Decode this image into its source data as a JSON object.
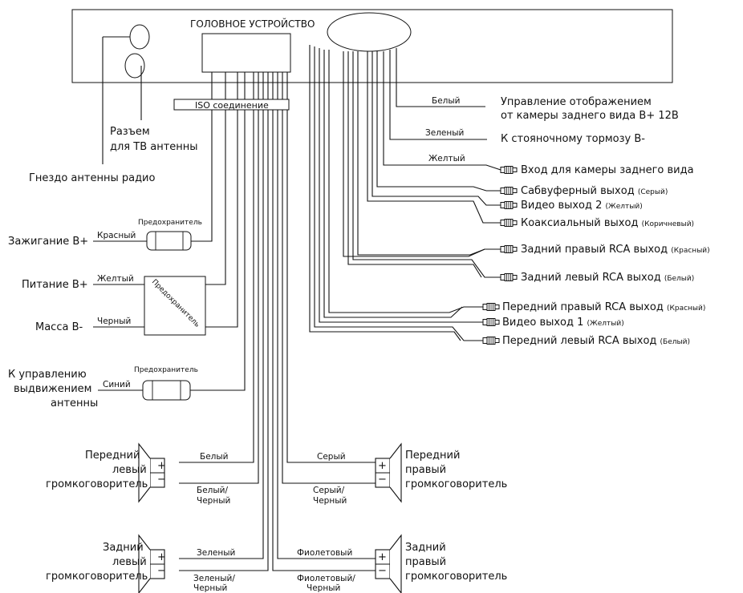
{
  "head_unit": {
    "title": "ГОЛОВНОЕ УСТРОЙСТВО",
    "iso_label": "ISO соединение"
  },
  "antenna": {
    "tv_line1": "Разъем",
    "tv_line2": "для ТВ антенны",
    "radio": "Гнездо антенны радио"
  },
  "power": {
    "fuse_label": "Предохранитель",
    "ignition": "Зажигание B+",
    "ignition_wire": "Красный",
    "supply": "Питание B+",
    "supply_wire": "Желтый",
    "ground": "Масса B-",
    "ground_wire": "Черный",
    "antenna_ctrl_line1": "К управлению",
    "antenna_ctrl_line2": "выдвижением",
    "antenna_ctrl_line3": "антенны",
    "antenna_ctrl_wire": "Синий"
  },
  "outputs": {
    "rear_cam_ctrl_wire": "Белый",
    "rear_cam_ctrl_line1": "Управление отображением",
    "rear_cam_ctrl_line2": "от камеры заднего вида B+ 12В",
    "brake_wire": "Зеленый",
    "brake": "К стояночному тормозу B-",
    "cam_in_wire": "Желтый",
    "cam_in": "Вход для камеры заднего вида",
    "sub": "Сабвуферный выход",
    "sub_color": "(Серый)",
    "video2": "Видео выход 2",
    "video2_color": "(Желтый)",
    "coax": "Коаксиальный выход",
    "coax_color": "(Коричневый)",
    "rear_right_rca": "Задний правый RCA выход",
    "rear_right_rca_color": "(Красный)",
    "rear_left_rca": "Задний левый RCA выход",
    "rear_left_rca_color": "(Белый)",
    "front_right_rca": "Передний правый RCA выход",
    "front_right_rca_color": "(Красный)",
    "video1": "Видео выход 1",
    "video1_color": "(Желтый)",
    "front_left_rca": "Передний левый RCA выход",
    "front_left_rca_color": "(Белый)"
  },
  "speakers": {
    "fl_line1": "Передний",
    "fl_line2": "левый",
    "fl_line3": "громкоговоритель",
    "fl_pos": "Белый",
    "fl_neg1": "Белый/",
    "fl_neg2": "Черный",
    "rl_line1": "Задний",
    "rl_line2": "левый",
    "rl_line3": "громкоговоритель",
    "rl_pos": "Зеленый",
    "rl_neg1": "Зеленый/",
    "rl_neg2": "Черный",
    "fr_line1": "Передний",
    "fr_line2": "правый",
    "fr_line3": "громкоговоритель",
    "fr_pos": "Серый",
    "fr_neg1": "Серый/",
    "fr_neg2": "Черный",
    "rr_line1": "Задний",
    "rr_line2": "правый",
    "rr_line3": "громкоговоритель",
    "rr_pos": "Фиолетовый",
    "rr_neg1": "Фиолетовый/",
    "rr_neg2": "Черный",
    "plus": "+",
    "minus": "−"
  }
}
